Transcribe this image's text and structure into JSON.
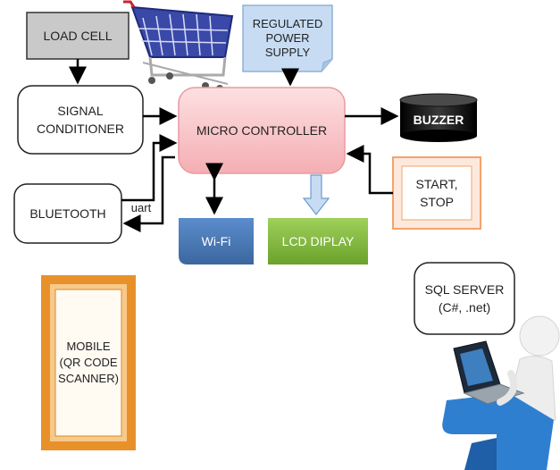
{
  "blocks": {
    "load_cell": "LOAD CELL",
    "regulated_power_supply": "REGULATED\nPOWER\nSUPPLY",
    "signal_conditioner": "SIGNAL\nCONDITIONER",
    "micro_controller": "MICRO CONTROLLER",
    "buzzer": "BUZZER",
    "start_stop": "START,\nSTOP",
    "bluetooth": "BLUETOOTH",
    "uart": "uart",
    "wifi": "Wi-Fi",
    "lcd_display": "LCD DIPLAY",
    "mobile": "MOBILE\n(QR CODE\nSCANNER)",
    "sql_server": "SQL SERVER\n(C#, .net)"
  },
  "colors": {
    "load_cell_fill": "#c9c9c9",
    "power_supply_fill": "#c7dcf3",
    "micro_controller_fill": "#f8c6c9",
    "buzzer_fill": "#000000",
    "start_stop_border": "#f4a36b",
    "wifi_fill": "#4a78b5",
    "lcd_fill": "#7fb83d",
    "mobile_frame": "#e8912b",
    "person_body": "#2f7fd0"
  }
}
